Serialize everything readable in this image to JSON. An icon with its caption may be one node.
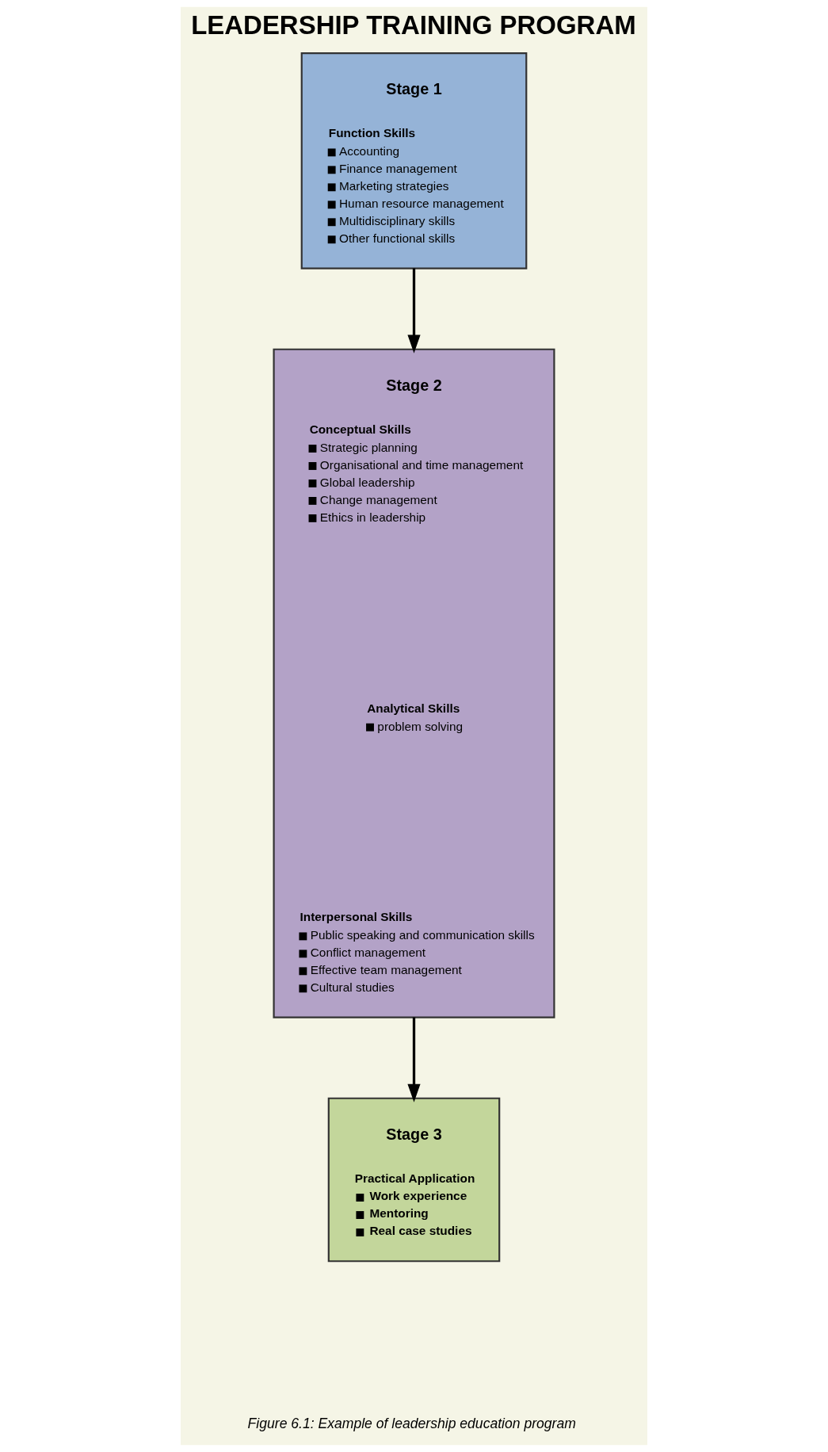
{
  "diagram": {
    "title": "LEADERSHIP TRAINING PROGRAM",
    "caption": "Figure 6.1: Example of leadership education program",
    "nodes": [
      {
        "text": [
          "Stage 1"
        ]
      },
      {
        "text": [
          "Function Skills",
          "Accounting",
          "Finance management",
          "Marketing strategies",
          "Human resource management",
          "Multidisciplinary skills",
          "Other functional skills"
        ],
        "in": 0
      },
      {
        "text": [
          "Stage 2"
        ]
      },
      {
        "text": [
          "Conceptual Skills",
          "Strategic planning",
          "Organisational and time management",
          "Global leadership",
          "Change management",
          "Ethics in leadership"
        ],
        "in": 2
      },
      {
        "text": [
          "Analytical Skills",
          "problem solving"
        ],
        "in": 2
      },
      {
        "text": [
          "Interpersonal Skills",
          "Public speaking and communication skills",
          "Conflict management",
          "Effective team management",
          "Cultural studies"
        ],
        "in": 2
      },
      {
        "text": [
          "Stage 3"
        ]
      },
      {
        "text": [
          "Practical Application",
          "Work experience",
          "Mentoring",
          "Real case studies"
        ],
        "in": 6
      }
    ],
    "edges": [
      {
        "from": 0,
        "to": 2,
        "arrow": "to"
      },
      {
        "from": 2,
        "to": 6,
        "arrow": "to"
      }
    ]
  }
}
